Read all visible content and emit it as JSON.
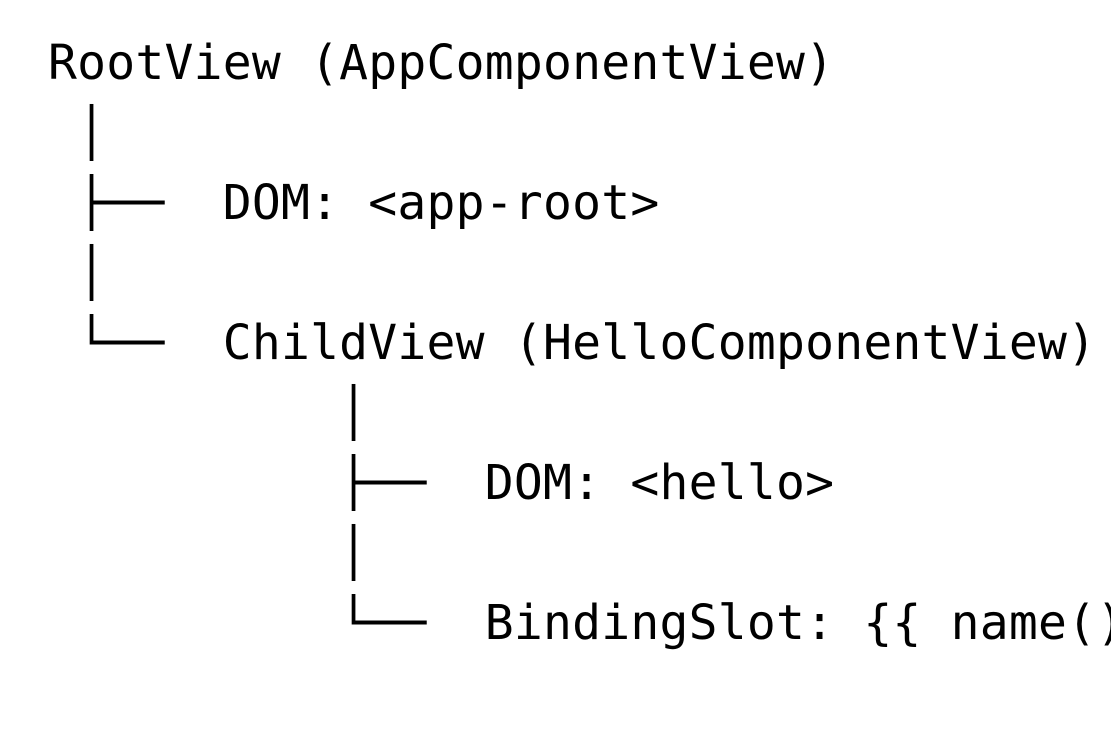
{
  "page": {
    "kind": "ascii-tree-diagram",
    "background_color": "#ffffff",
    "text_color": "#000000",
    "font_style": "monospace"
  },
  "tree": {
    "title": "RootView (AppComponentView)",
    "glyphs": {
      "vertical": "│",
      "branch": "├──",
      "last_branch": "└──"
    },
    "lines": [
      "RootView (AppComponentView)",
      " │",
      " ├──  DOM: <app-root>",
      " │",
      " └──  ChildView (HelloComponentView)",
      "          │",
      "          ├──  DOM: <hello>",
      "          │",
      "          └──  BindingSlot: {{ name() }}"
    ],
    "nodes": [
      {
        "id": "root-view",
        "depth": 0,
        "connector": "",
        "label": "RootView (AppComponentView)"
      },
      {
        "id": "dom-app-root",
        "depth": 1,
        "connector": "├──",
        "label": "DOM: <app-root>"
      },
      {
        "id": "child-view",
        "depth": 1,
        "connector": "└──",
        "label": "ChildView (HelloComponentView)"
      },
      {
        "id": "dom-hello",
        "depth": 2,
        "connector": "├──",
        "label": "DOM: <hello>"
      },
      {
        "id": "binding-slot",
        "depth": 2,
        "connector": "└──",
        "label": "BindingSlot: {{ name() }}"
      }
    ]
  }
}
